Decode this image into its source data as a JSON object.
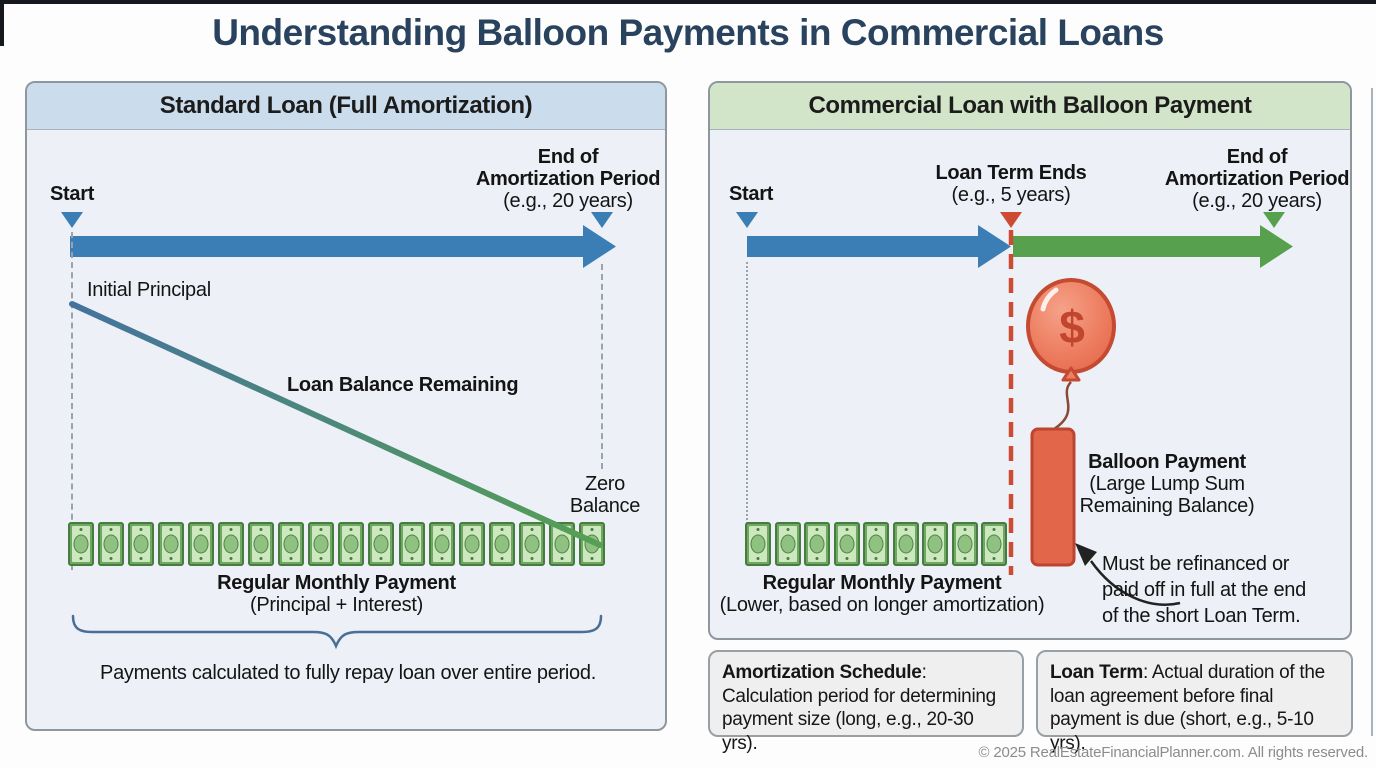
{
  "title": "Understanding Balloon Payments in Commercial Loans",
  "copyright": "© 2025 RealEstateFinancialPlanner.com. All rights reserved.",
  "left_panel": {
    "header": "Standard Loan (Full Amortization)",
    "start_label": "Start",
    "end_label": {
      "line1": "End of",
      "line2": "Amortization Period",
      "line3": "(e.g., 20 years)"
    },
    "initial_principal_label": "Initial Principal",
    "balance_line_label": "Loan Balance Remaining",
    "zero_balance": {
      "line1": "Zero",
      "line2": "Balance"
    },
    "bill_count": 18,
    "payment_label": "Regular Monthly Payment",
    "payment_sublabel": "(Principal + Interest)",
    "footnote": "Payments calculated to fully repay loan over entire period."
  },
  "right_panel": {
    "header": "Commercial Loan with Balloon Payment",
    "start_label": "Start",
    "term_label": {
      "line1": "Loan Term Ends",
      "line2": "(e.g., 5 years)"
    },
    "end_label": {
      "line1": "End of",
      "line2": "Amortization Period",
      "line3": "(e.g., 20 years)"
    },
    "balloon": {
      "symbol": "$",
      "label_line1": "Balloon Payment",
      "label_line2": "(Large Lump Sum",
      "label_line3": "Remaining Balance)"
    },
    "bill_count": 9,
    "payment_label": "Regular Monthly Payment",
    "payment_sublabel": "(Lower, based on longer amortization)",
    "note": {
      "line1": "Must be refinanced or",
      "line2": "paid off in full at the end",
      "line3": "of the short Loan Term."
    }
  },
  "definitions": [
    {
      "term": "Amortization Schedule",
      "text": ": Calculation period for determining payment size (long, e.g., 20-30 yrs)."
    },
    {
      "term": "Loan Term",
      "text": ": Actual duration of the loan agreement before final payment is due (short, e.g., 5-10 yrs)."
    }
  ],
  "colors": {
    "timeline_blue": "#3b7db5",
    "timeline_green": "#57a14e",
    "balloon_red": "#ec7b60",
    "balloon_red_dark": "#c44a31",
    "dashed_red": "#cd4b32",
    "title_navy": "#29435e",
    "left_header_bg": "#cbdcec",
    "right_header_bg": "#d2e5c9",
    "panel_bg": "#edf1f7"
  }
}
